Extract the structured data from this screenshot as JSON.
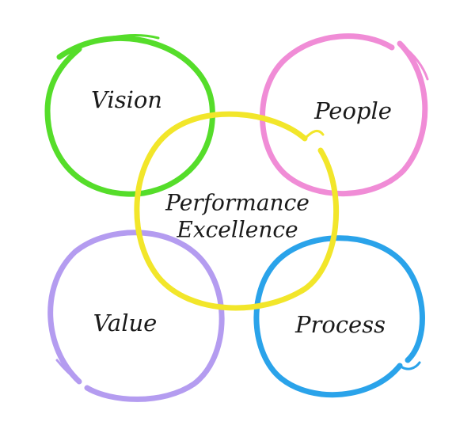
{
  "diagram": {
    "center": {
      "line1": "Performance",
      "line2": "Excellence",
      "color": "#f2e62a"
    },
    "vision": {
      "label": "Vision",
      "color": "#55dd2a"
    },
    "people": {
      "label": "People",
      "color": "#f08cd6"
    },
    "value": {
      "label": "Value",
      "color": "#b49cf0"
    },
    "process": {
      "label": "Process",
      "color": "#2aa3ea"
    }
  }
}
